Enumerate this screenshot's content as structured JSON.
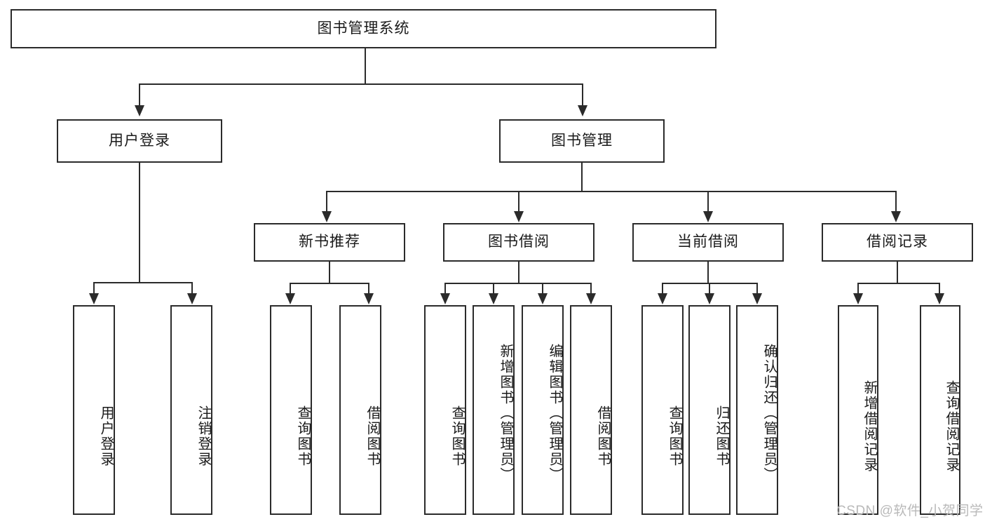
{
  "diagram": {
    "title": "图书管理系统",
    "watermark": "CSDN @软件_小贺同学",
    "root": {
      "label": "图书管理系统"
    },
    "level2": [
      {
        "label": "用户登录"
      },
      {
        "label": "图书管理"
      }
    ],
    "level3": [
      {
        "label": "新书推荐"
      },
      {
        "label": "图书借阅"
      },
      {
        "label": "当前借阅"
      },
      {
        "label": "借阅记录"
      }
    ],
    "leaves": {
      "user_login": [
        {
          "label": "用户登录"
        },
        {
          "label": "注销登录"
        }
      ],
      "new_book_recommend": [
        {
          "label": "查询图书"
        },
        {
          "label": "借阅图书"
        }
      ],
      "book_borrow": [
        {
          "label": "查询图书"
        },
        {
          "label": "新增图书（管理员）"
        },
        {
          "label": "编辑图书（管理员）"
        },
        {
          "label": "借阅图书"
        }
      ],
      "current_borrow": [
        {
          "label": "查询图书"
        },
        {
          "label": "归还图书"
        },
        {
          "label": "确认归还（管理员）"
        }
      ],
      "borrow_record": [
        {
          "label": "新增借阅记录"
        },
        {
          "label": "查询借阅记录"
        }
      ]
    },
    "colors": {
      "stroke": "#2b2b2b",
      "fill": "#ffffff",
      "watermark": "#b9b9b9"
    }
  }
}
